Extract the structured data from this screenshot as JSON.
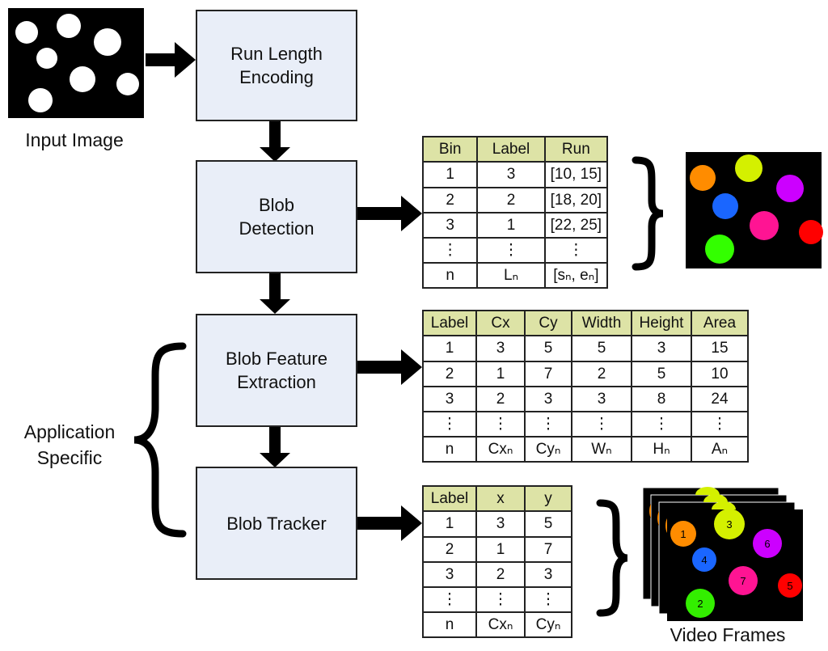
{
  "input_image": {
    "label": "Input Image"
  },
  "boxes": {
    "rle": "Run Length\nEncoding",
    "detection": "Blob\nDetection",
    "features": "Blob Feature\nExtraction",
    "tracker": "Blob Tracker"
  },
  "application_specific": "Application\nSpecific",
  "run_table": {
    "headers": [
      "Bin",
      "Label",
      "Run"
    ],
    "rows": [
      [
        "1",
        "3",
        "[10, 15]"
      ],
      [
        "2",
        "2",
        "[18, 20]"
      ],
      [
        "3",
        "1",
        "[22, 25]"
      ],
      [
        "⋮",
        "⋮",
        "⋮"
      ],
      [
        "n",
        "Lₙ",
        "[sₙ, eₙ]"
      ]
    ]
  },
  "feature_table": {
    "headers": [
      "Label",
      "Cx",
      "Cy",
      "Width",
      "Height",
      "Area"
    ],
    "rows": [
      [
        "1",
        "3",
        "5",
        "5",
        "3",
        "15"
      ],
      [
        "2",
        "1",
        "7",
        "2",
        "5",
        "10"
      ],
      [
        "3",
        "2",
        "3",
        "3",
        "8",
        "24"
      ],
      [
        "⋮",
        "⋮",
        "⋮",
        "⋮",
        "⋮",
        "⋮"
      ],
      [
        "n",
        "Cxₙ",
        "Cyₙ",
        "Wₙ",
        "Hₙ",
        "Aₙ"
      ]
    ]
  },
  "tracker_table": {
    "headers": [
      "Label",
      "x",
      "y"
    ],
    "rows": [
      [
        "1",
        "3",
        "5"
      ],
      [
        "2",
        "1",
        "7"
      ],
      [
        "3",
        "2",
        "3"
      ],
      [
        "⋮",
        "⋮",
        "⋮"
      ],
      [
        "n",
        "Cxₙ",
        "Cyₙ"
      ]
    ]
  },
  "labeled_blob_colors": [
    "#ff8c00",
    "#d4f000",
    "#cc00ff",
    "#1a66ff",
    "#ff1493",
    "#ff0000",
    "#33ff00"
  ],
  "video_frames": {
    "label": "Video Frames",
    "blobs": [
      {
        "id": "1",
        "color": "#ff8c00"
      },
      {
        "id": "2",
        "color": "#33ee00"
      },
      {
        "id": "3",
        "color": "#d4f000"
      },
      {
        "id": "4",
        "color": "#1a66ff"
      },
      {
        "id": "5",
        "color": "#ff0000"
      },
      {
        "id": "6",
        "color": "#cc00ff"
      },
      {
        "id": "7",
        "color": "#ff1493"
      }
    ]
  }
}
